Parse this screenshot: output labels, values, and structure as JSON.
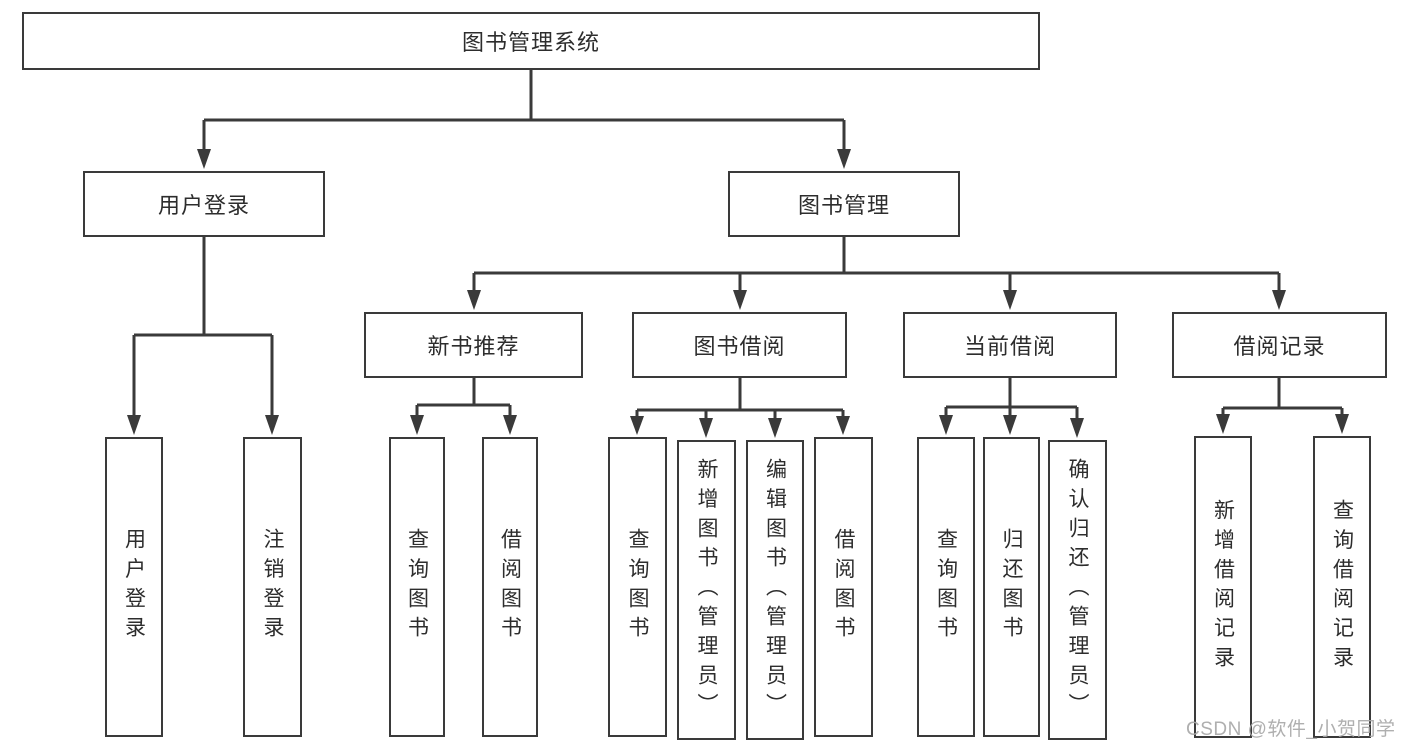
{
  "diagram": {
    "root_label": "图书管理系统",
    "level2": {
      "user_login": "用户登录",
      "book_mgmt": "图书管理"
    },
    "level3": {
      "new_book_rec": "新书推荐",
      "book_borrow": "图书借阅",
      "current_borrow": "当前借阅",
      "borrow_records": "借阅记录"
    },
    "leaves": {
      "user_login": [
        "用户登录",
        "注销登录"
      ],
      "new_book_rec": [
        "查询图书",
        "借阅图书"
      ],
      "book_borrow": [
        "查询图书",
        "新增图书（管理员）",
        "编辑图书（管理员）",
        "借阅图书"
      ],
      "current_borrow": [
        "查询图书",
        "归还图书",
        "确认归还（管理员）"
      ],
      "borrow_records": [
        "新增借阅记录",
        "查询借阅记录"
      ]
    }
  },
  "watermark": "CSDN @软件_小贺同学",
  "colors": {
    "line": "#3a3a3a",
    "text": "#2d2d2d",
    "box_background": "#ffffff",
    "watermark": "#a8a8a8"
  }
}
